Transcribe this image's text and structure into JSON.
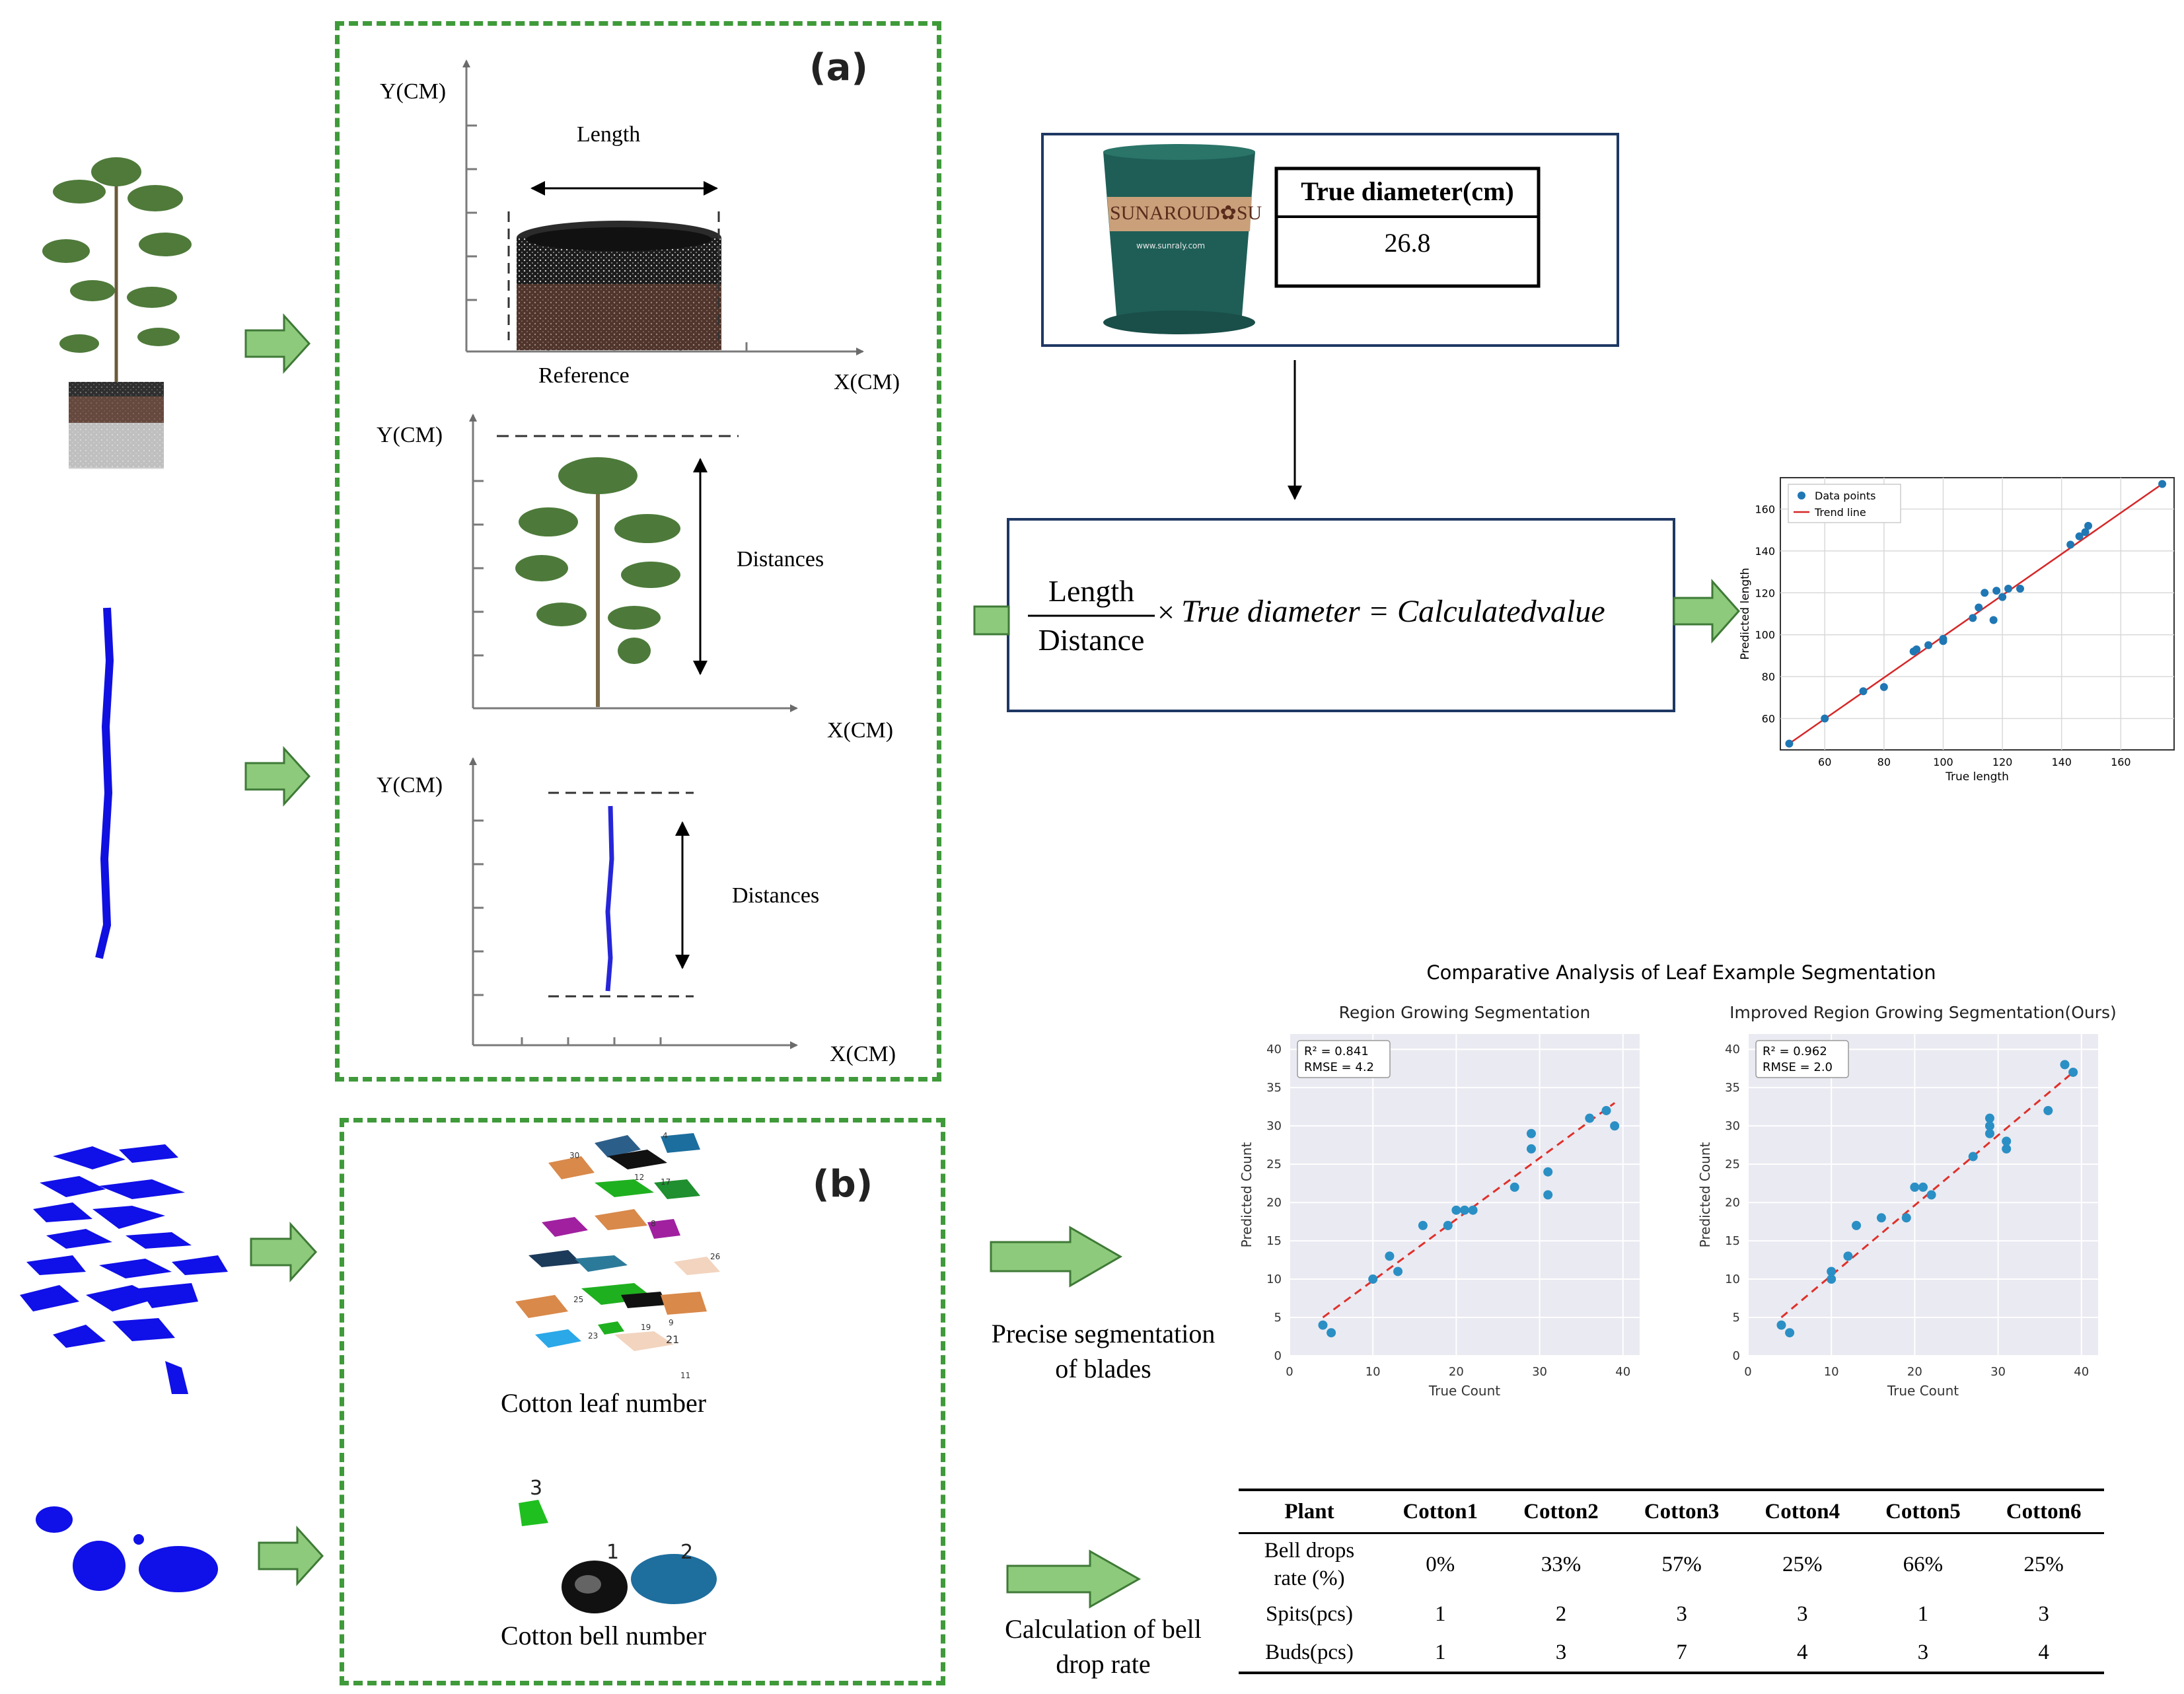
{
  "panel_a": {
    "label": "(a)",
    "chart1": {
      "ylabel": "Y(CM)",
      "xlabel": "X(CM)",
      "length_label": "Length",
      "reference_label": "Reference"
    },
    "chart2": {
      "ylabel": "Y(CM)",
      "xlabel": "X(CM)",
      "distance_label": "Distances"
    },
    "chart3": {
      "ylabel": "Y(CM)",
      "xlabel": "X(CM)",
      "distance_label": "Distances"
    }
  },
  "pot_box": {
    "brand": "SUNAROUD✿SU",
    "url": "www.sunraly.com",
    "header": "True diameter(cm)",
    "value": "26.8"
  },
  "formula": {
    "numerator": "Length",
    "denominator": "Distance",
    "times": "×",
    "rhs": "True diameter = Calculatedvalue"
  },
  "panel_b": {
    "label": "(b)",
    "leaf_caption": "Cotton leaf number",
    "bell_caption": "Cotton bell number",
    "leaf_ids": [
      "30",
      "4",
      "17",
      "12",
      "8",
      "26",
      "25",
      "23",
      "21",
      "11",
      "19",
      "9"
    ],
    "bell_ids": [
      "3",
      "1",
      "2"
    ]
  },
  "arrows_text": {
    "segmentation": [
      "Precise segmentation",
      "of blades"
    ],
    "bell_drop": [
      "Calculation of bell",
      "drop rate"
    ]
  },
  "table": {
    "headers": [
      "Plant",
      "Cotton1",
      "Cotton2",
      "Cotton3",
      "Cotton4",
      "Cotton5",
      "Cotton6"
    ],
    "rows": [
      {
        "label": [
          "Bell drops",
          "rate (%)"
        ],
        "values": [
          "0%",
          "33%",
          "57%",
          "25%",
          "66%",
          "25%"
        ]
      },
      {
        "label": [
          "Spits(pcs)"
        ],
        "values": [
          "1",
          "2",
          "3",
          "3",
          "1",
          "3"
        ]
      },
      {
        "label": [
          "Buds(pcs)"
        ],
        "values": [
          "1",
          "3",
          "7",
          "4",
          "3",
          "4"
        ]
      }
    ]
  },
  "colors": {
    "green_arrow": "#8dca7c",
    "green_dash": "#3f9a3a",
    "navy_frame": "#1f3864",
    "point_blue": "#1f77b4",
    "trend_red": "#d62728",
    "seaborn_bg": "#eaeaf2",
    "seg_point": "#2a8fc4"
  },
  "chart_data": [
    {
      "type": "scatter",
      "title": "",
      "xlabel": "True length",
      "ylabel": "Predicted length",
      "xlim": [
        45,
        178
      ],
      "ylim": [
        45,
        175
      ],
      "xticks": [
        60,
        80,
        100,
        120,
        140,
        160
      ],
      "yticks": [
        60,
        80,
        100,
        120,
        140,
        160
      ],
      "grid": true,
      "legend": "top-left",
      "series": [
        {
          "name": "Data points",
          "points": [
            [
              48,
              48
            ],
            [
              60,
              60
            ],
            [
              73,
              73
            ],
            [
              80,
              75
            ],
            [
              90,
              92
            ],
            [
              91,
              93
            ],
            [
              95,
              95
            ],
            [
              100,
              97
            ],
            [
              100,
              98
            ],
            [
              110,
              108
            ],
            [
              112,
              113
            ],
            [
              114,
              120
            ],
            [
              117,
              107
            ],
            [
              118,
              121
            ],
            [
              120,
              118
            ],
            [
              122,
              122
            ],
            [
              126,
              122
            ],
            [
              143,
              143
            ],
            [
              146,
              147
            ],
            [
              148,
              149
            ],
            [
              149,
              152
            ],
            [
              174,
              172
            ]
          ]
        },
        {
          "name": "Trend line",
          "line": [
            [
              48,
              48
            ],
            [
              174,
              172
            ]
          ]
        }
      ]
    },
    {
      "type": "scatter",
      "title": "Comparative Analysis of Leaf Example Segmentation",
      "panels": [
        {
          "title": "Region Growing Segmentation",
          "xlabel": "True Count",
          "ylabel": "Predicted Count",
          "xlim": [
            0,
            42
          ],
          "ylim": [
            0,
            42
          ],
          "xticks": [
            0,
            10,
            20,
            30,
            40
          ],
          "yticks": [
            0,
            5,
            10,
            15,
            20,
            25,
            30,
            35,
            40
          ],
          "annotation": [
            "R² = 0.841",
            "RMSE = 4.2"
          ],
          "points": [
            [
              4,
              4
            ],
            [
              5,
              3
            ],
            [
              10,
              10
            ],
            [
              12,
              13
            ],
            [
              13,
              11
            ],
            [
              16,
              17
            ],
            [
              19,
              17
            ],
            [
              20,
              19
            ],
            [
              21,
              19
            ],
            [
              22,
              19
            ],
            [
              27,
              22
            ],
            [
              29,
              29
            ],
            [
              29,
              27
            ],
            [
              31,
              24
            ],
            [
              31,
              21
            ],
            [
              36,
              31
            ],
            [
              38,
              32
            ],
            [
              39,
              30
            ]
          ],
          "trend": [
            [
              4,
              5
            ],
            [
              39,
              33
            ]
          ]
        },
        {
          "title": "Improved Region Growing Segmentation(Ours)",
          "xlabel": "True Count",
          "ylabel": "Predicted Count",
          "xlim": [
            0,
            42
          ],
          "ylim": [
            0,
            42
          ],
          "xticks": [
            0,
            10,
            20,
            30,
            40
          ],
          "yticks": [
            0,
            5,
            10,
            15,
            20,
            25,
            30,
            35,
            40
          ],
          "annotation": [
            "R² = 0.962",
            "RMSE = 2.0"
          ],
          "points": [
            [
              4,
              4
            ],
            [
              5,
              3
            ],
            [
              10,
              11
            ],
            [
              10,
              10
            ],
            [
              12,
              13
            ],
            [
              13,
              17
            ],
            [
              16,
              18
            ],
            [
              19,
              18
            ],
            [
              20,
              22
            ],
            [
              21,
              22
            ],
            [
              22,
              21
            ],
            [
              27,
              26
            ],
            [
              29,
              31
            ],
            [
              29,
              30
            ],
            [
              29,
              29
            ],
            [
              31,
              28
            ],
            [
              31,
              27
            ],
            [
              36,
              32
            ],
            [
              38,
              38
            ],
            [
              39,
              37
            ]
          ],
          "trend": [
            [
              4,
              5
            ],
            [
              39,
              37
            ]
          ]
        }
      ]
    }
  ]
}
